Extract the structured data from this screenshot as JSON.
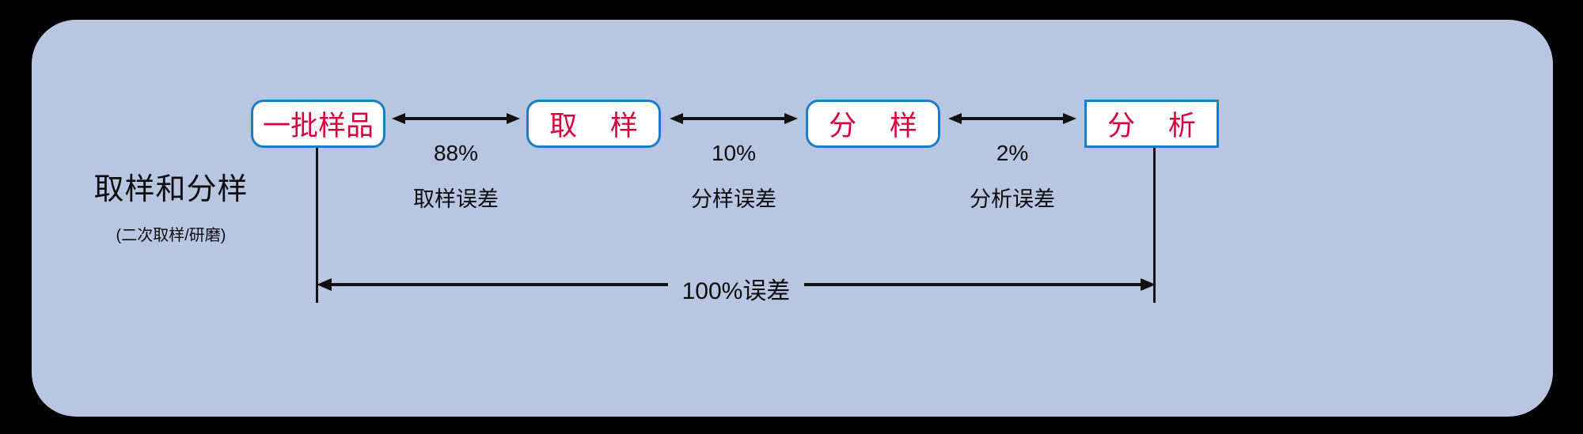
{
  "diagram": {
    "title_main": "取样和分样",
    "title_sub": "(二次取样/研磨)",
    "background_color": "#b9c6e2",
    "node_border_color": "#1b7ec4",
    "node_text_color": "#d6003f",
    "arrow_color": "#111111",
    "nodes": [
      {
        "label": "一批样品",
        "shape": "rounded"
      },
      {
        "label": "取 样",
        "shape": "rounded"
      },
      {
        "label": "分 样",
        "shape": "rounded"
      },
      {
        "label": "分 析",
        "shape": "square"
      }
    ],
    "links": [
      {
        "percent": "88%",
        "error_label": "取样误差",
        "arrow": "double"
      },
      {
        "percent": "10%",
        "error_label": "分样误差",
        "arrow": "double"
      },
      {
        "percent": "2%",
        "error_label": "分析误差",
        "arrow": "double"
      }
    ],
    "total_span": {
      "label": "100%误差",
      "arrow": "double",
      "from_node": "一批样品",
      "to_node": "分 析"
    }
  }
}
